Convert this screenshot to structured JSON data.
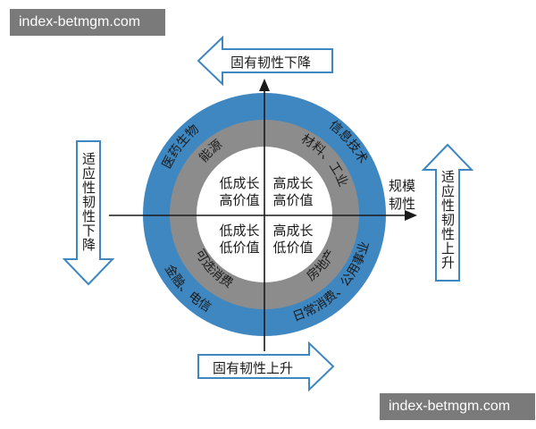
{
  "watermark_top": "index-betmgm.com",
  "watermark_bottom": "index-betmgm.com",
  "arrows": {
    "top": "固有韧性下降",
    "bottom": "固有韧性上升",
    "left": "适应性韧性下降",
    "right": "适应性韧性上升"
  },
  "axis_label": {
    "line1": "规模",
    "line2": "韧性"
  },
  "quadrants": {
    "top_left": {
      "line1": "低成长",
      "line2": "高价值"
    },
    "top_right": {
      "line1": "高成长",
      "line2": "高价值"
    },
    "bottom_left": {
      "line1": "低成长",
      "line2": "低价值"
    },
    "bottom_right": {
      "line1": "高成长",
      "line2": "低价值"
    }
  },
  "gray_ring": {
    "top_left": "能源",
    "top_right": "材料、工业",
    "bottom_left": "可选消费",
    "bottom_right": "房地产"
  },
  "blue_ring": {
    "top_left": "医药生物",
    "top_right": "信息技术",
    "bottom_left": "金融、电信",
    "bottom_right": "日常消费、公用事业"
  },
  "colors": {
    "outer_ring": "#3f87c0",
    "middle_ring": "#8c8c8c",
    "inner_disc": "#ffffff",
    "arrow_fill": "#ffffff",
    "arrow_stroke": "#3f87c0",
    "axis": "#1a1a1a"
  }
}
